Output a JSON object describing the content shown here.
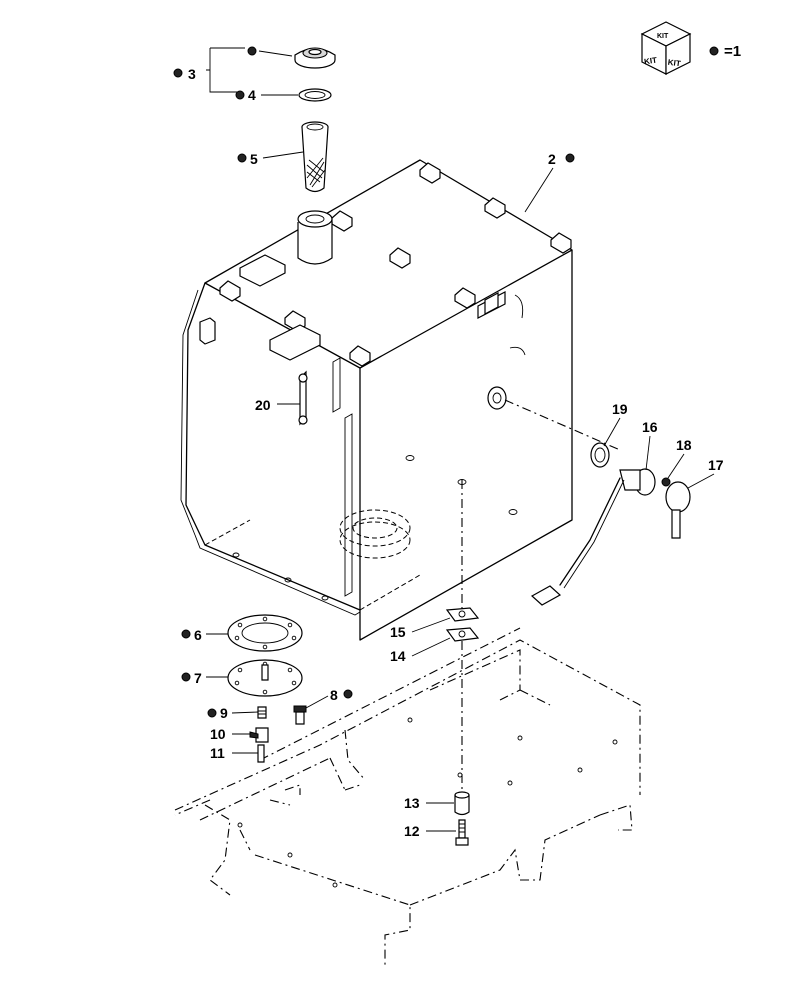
{
  "callouts": {
    "c1": "2",
    "c2": "3",
    "c3": "4",
    "c4": "5",
    "c5": "6",
    "c6": "7",
    "c7": "8",
    "c8": "9",
    "c9": "10",
    "c10": "11",
    "c11": "12",
    "c12": "13",
    "c13": "14",
    "c14": "15",
    "c15": "16",
    "c16": "17",
    "c17": "18",
    "c18": "19",
    "c19": "20"
  },
  "legend": {
    "kit_top": "KIT",
    "kit_left": "KIT",
    "kit_right": "KIT",
    "equals_text": "=1"
  }
}
